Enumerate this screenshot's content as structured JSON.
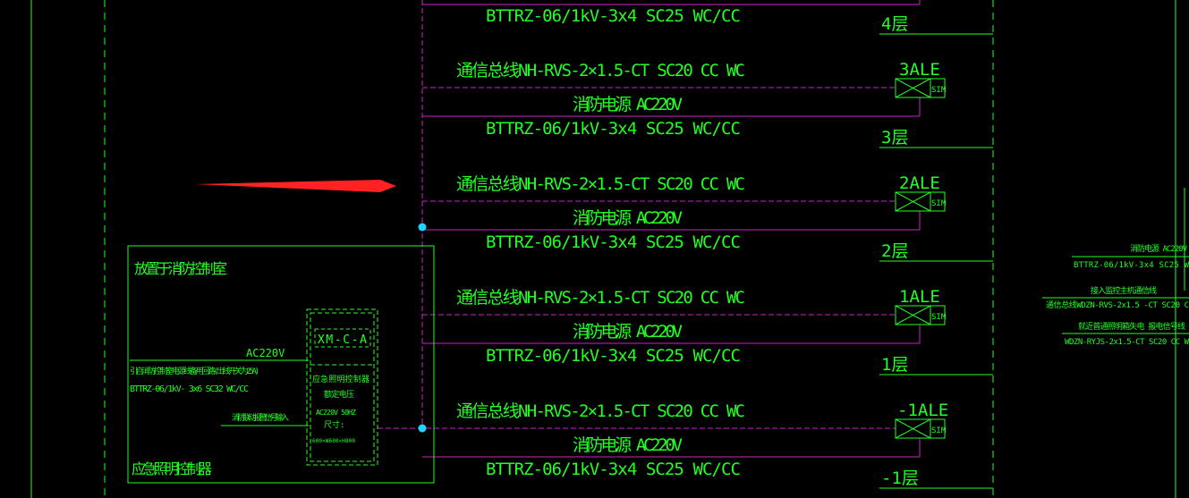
{
  "colors": {
    "background": "#000000",
    "cad_green": "#22ff22",
    "bus_magenta": "#cc22cc",
    "node_cyan": "#22d3ff",
    "arrow_red": "#ff2222"
  },
  "top_row": {
    "cable": "BTTRZ-06/1kV-3x4 SC25 WC/CC",
    "floor": "4层"
  },
  "rows": [
    {
      "bus": "通信总线NH-RVS-2×1.5-CT SC20 CC WC",
      "power": "消防电源 AC220V",
      "cable": "BTTRZ-06/1kV-3x4 SC25 WC/CC",
      "panel": "3ALE",
      "floor": "3层",
      "sim": "SIM"
    },
    {
      "bus": "通信总线NH-RVS-2×1.5-CT SC20 CC WC",
      "power": "消防电源 AC220V",
      "cable": "BTTRZ-06/1kV-3x4 SC25 WC/CC",
      "panel": "2ALE",
      "floor": "2层",
      "sim": "SIM"
    },
    {
      "bus": "通信总线NH-RVS-2×1.5-CT SC20 CC WC",
      "power": "消防电源 AC220V",
      "cable": "BTTRZ-06/1kV-3x4 SC25 WC/CC",
      "panel": "1ALE",
      "floor": "1层",
      "sim": "SIM"
    },
    {
      "bus": "通信总线NH-RVS-2×1.5-CT SC20 CC WC",
      "power": "消防电源 AC220V",
      "cable": "BTTRZ-06/1kV-3x4 SC25 WC/CC",
      "panel": "-1ALE",
      "floor": "-1层",
      "sim": "SIM"
    }
  ],
  "control_room": {
    "title": "放置于消防控制室",
    "footer": "应急照明控制器",
    "ac_label": "AC220V",
    "feed_note": "引自消防控制室电源线备用回路(出线开关为25A)",
    "feed_cable": "BTTRZ-06/1kV- 3x6 SC32 WC/CC",
    "signal_in": "消防联动报警信号输入",
    "device_tag": "XM-C-A",
    "device_lines": [
      "应急照明控制器",
      "额定电压",
      "AC220V 50HZ",
      "尺寸:",
      "600×W600×H800"
    ]
  },
  "right_labels": {
    "power": "消防电源 AC220V",
    "power_cable": "BTTRZ-06/1kV-3x4 SC25 W",
    "monitor": "接入监控主机通信线",
    "monitor_cable": "通信总线WDZN-RVS-2x1.5 -CT SC20 C",
    "signal": "就近普通照明箱失电 报电信号线",
    "signal_cable": "WDZN-RYJS-2x1.5-CT SC20 CC W"
  }
}
